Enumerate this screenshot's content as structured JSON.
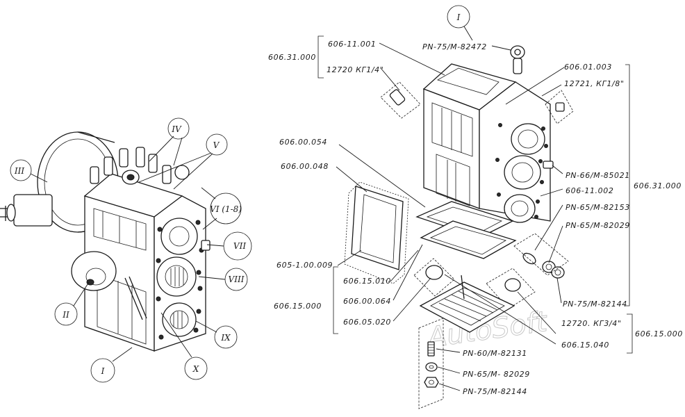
{
  "watermark": "AutoSoft",
  "left_view": {
    "callouts": [
      "III",
      "IV",
      "V",
      "VI (1-8)",
      "VII",
      "VIII",
      "IX",
      "X",
      "I",
      "II"
    ]
  },
  "right_view": {
    "top_callout": "I",
    "bracket_top_left": {
      "group": "606.31.000",
      "items": [
        "606-11.001",
        "12720 КГ1/4\""
      ]
    },
    "labels": {
      "eye_bolt": "PN-75/M-82472",
      "cover_plate": "606.01.003",
      "plug_top_right": "12721, КГ1/8\"",
      "gasket_1": "606.00.054",
      "gasket_2": "606.00.048",
      "cover": "605-1.00.009",
      "stud": "PN-66/M-85021",
      "housing": "606-11.002",
      "washer_1": "PN-65/M-82153",
      "washer_2": "PN-65/M-82029",
      "nut_1": "PN-75/M-82144",
      "bottom_plug": "606.15.040",
      "bottom_stud": "PN-60/M-82131",
      "bottom_washer": "PN-65/M- 82029",
      "bottom_nut": "PN-75/M-82144"
    },
    "bracket_right_top": "606.31.000",
    "bracket_left_bottom": {
      "group": "606.15.000",
      "items": [
        "606.15.010",
        "606.00.064",
        "606.05.020"
      ]
    },
    "bracket_right_bottom": {
      "group": "606.15.000",
      "items": [
        "12720. КГ3/4\""
      ]
    }
  }
}
